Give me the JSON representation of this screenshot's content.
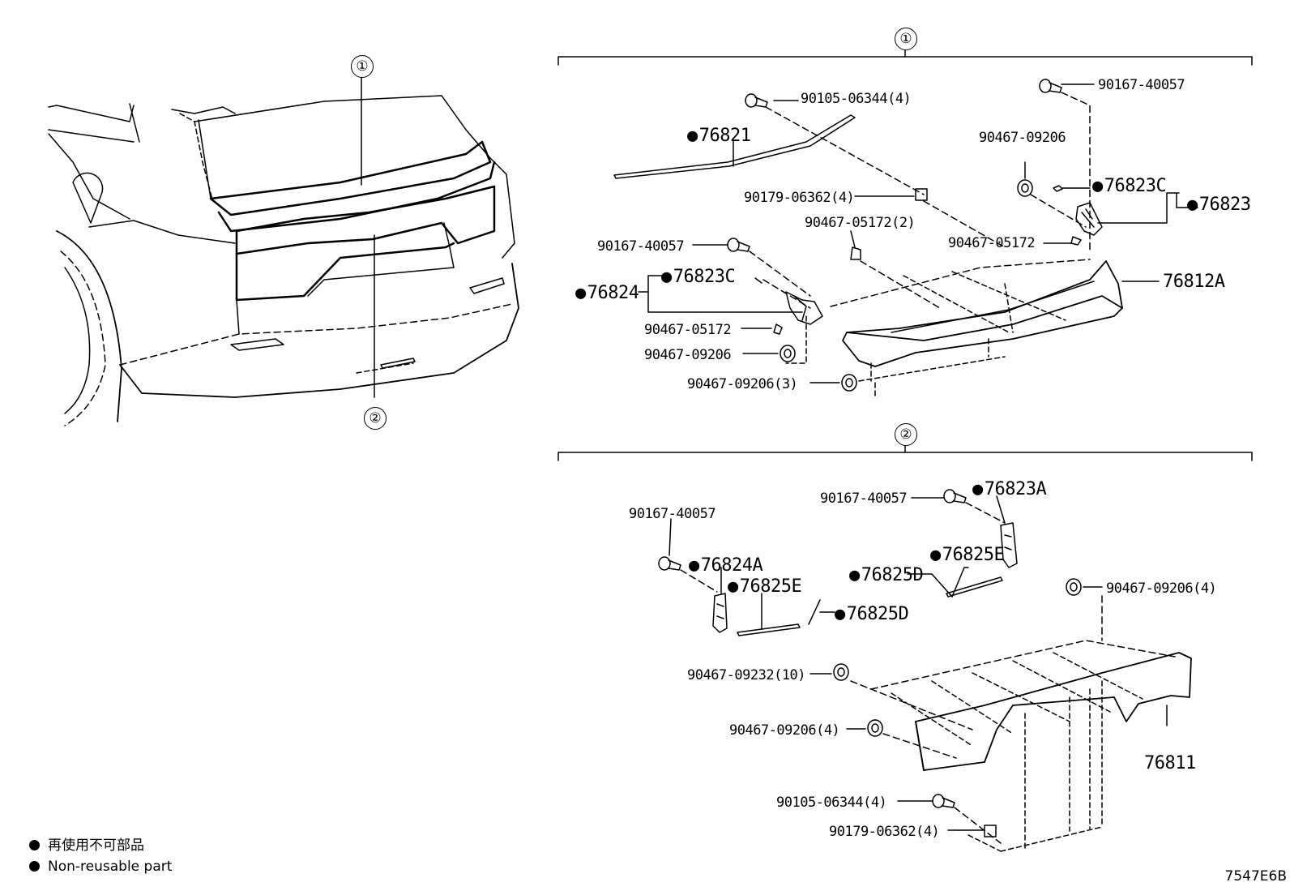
{
  "callouts": {
    "one": "①",
    "two": "②"
  },
  "section1": {
    "labels": {
      "p90105_06344_4": "90105-06344(4)",
      "p76821": "76821",
      "p90179_06362_4": "90179-06362(4)",
      "p90467_05172_2": "90467-05172(2)",
      "p90167_40057_a": "90167-40057",
      "p76823C_a": "76823C",
      "p76824": "76824",
      "p90467_05172_a": "90467-05172",
      "p90467_09206_a": "90467-09206",
      "p90467_09206_3": "90467-09206(3)",
      "p90167_40057_b": "90167-40057",
      "p90467_09206_b": "90467-09206",
      "p76823C_b": "76823C",
      "p76823": "76823",
      "p90467_05172_b": "90467-05172",
      "p76812A": "76812A"
    }
  },
  "section2": {
    "labels": {
      "p90167_40057_c": "90167-40057",
      "p76824A": "76824A",
      "p76825E_a": "76825E",
      "p76825D_a": "76825D",
      "p90167_40057_d": "90167-40057",
      "p76823A": "76823A",
      "p76825E_b": "76825E",
      "p76825D_b": "76825D",
      "p90467_09206_4a": "90467-09206(4)",
      "p90467_09232_10": "90467-09232(10)",
      "p90467_09206_4b": "90467-09206(4)",
      "p76811": "76811",
      "p90105_06344_4b": "90105-06344(4)",
      "p90179_06362_4b": "90179-06362(4)"
    }
  },
  "legend": {
    "japanese": "再使用不可部品",
    "english": "Non-reusable part"
  },
  "illustration_code": "7547E6B"
}
